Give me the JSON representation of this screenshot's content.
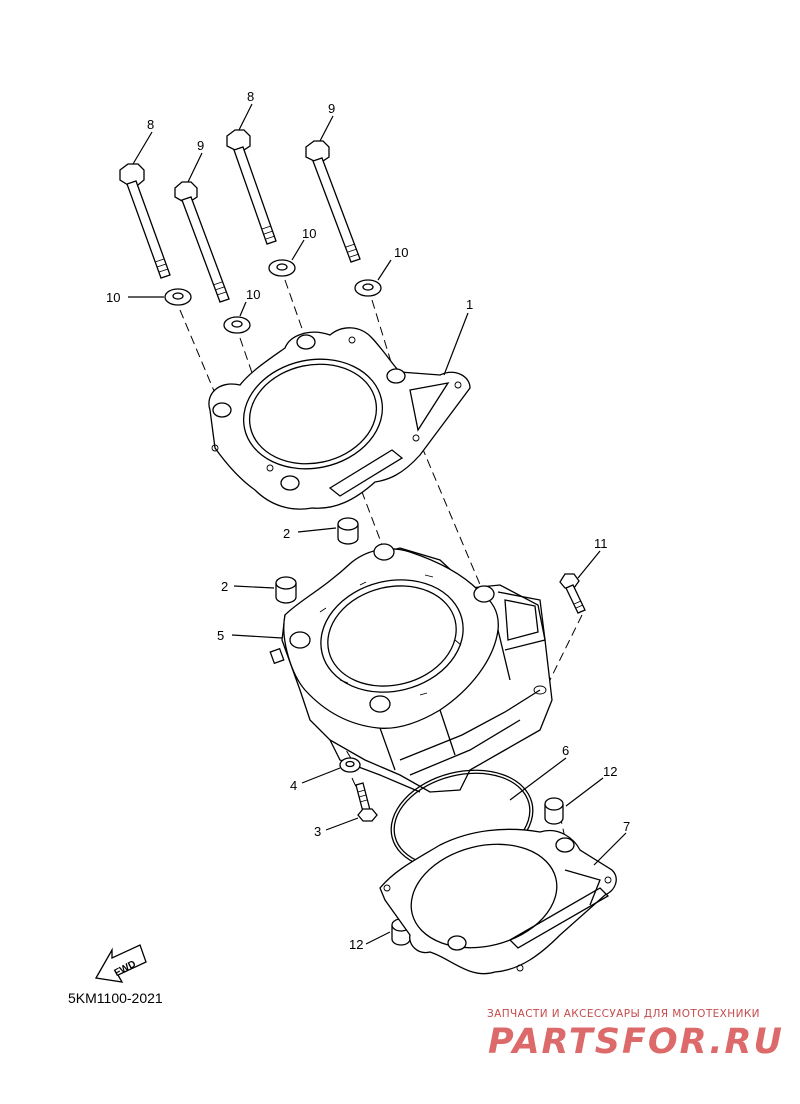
{
  "callouts": [
    {
      "label": "8"
    },
    {
      "label": "9"
    },
    {
      "label": "8"
    },
    {
      "label": "9"
    },
    {
      "label": "10"
    },
    {
      "label": "10"
    },
    {
      "label": "10"
    },
    {
      "label": "10"
    },
    {
      "label": "1"
    },
    {
      "label": "2"
    },
    {
      "label": "2"
    },
    {
      "label": "5"
    },
    {
      "label": "11"
    },
    {
      "label": "6"
    },
    {
      "label": "12"
    },
    {
      "label": "7"
    },
    {
      "label": "4"
    },
    {
      "label": "3"
    },
    {
      "label": "12"
    }
  ],
  "fwd_label": "FWD",
  "part_code": "5KM1100-2021",
  "watermark": {
    "tagline": "ЗАПЧАСТИ И АКСЕССУАРЫ ДЛЯ МОТОТЕХНИКИ",
    "logo": "PARTSFOR.RU",
    "color": "#dd6a6a"
  }
}
